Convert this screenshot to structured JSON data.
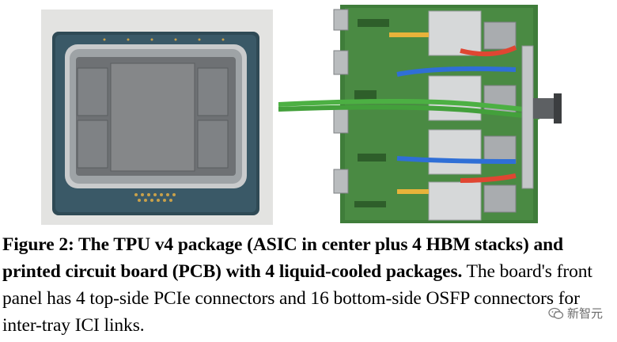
{
  "figure": {
    "left_image": "TPU v4 package photo",
    "right_image": "TPU v4 printed circuit board photo"
  },
  "caption": {
    "label": "Figure 2:",
    "bold_text": " The TPU v4 package (ASIC in center plus 4 HBM stacks) and printed circuit board (PCB) with 4 liquid-cooled packages.",
    "regular_text": " The board's front panel has 4 top-side PCIe connectors and 16 bottom-side OSFP connectors for inter-tray ICI links."
  },
  "watermark": {
    "text": "新智元",
    "icon": "wechat-icon"
  },
  "colors": {
    "cable_green": "#4cb043",
    "hose_blue": "#2f6fd6",
    "hose_red": "#e04632",
    "hose_yellow": "#e8b33a",
    "pcb_green": "#3f7d3a"
  }
}
